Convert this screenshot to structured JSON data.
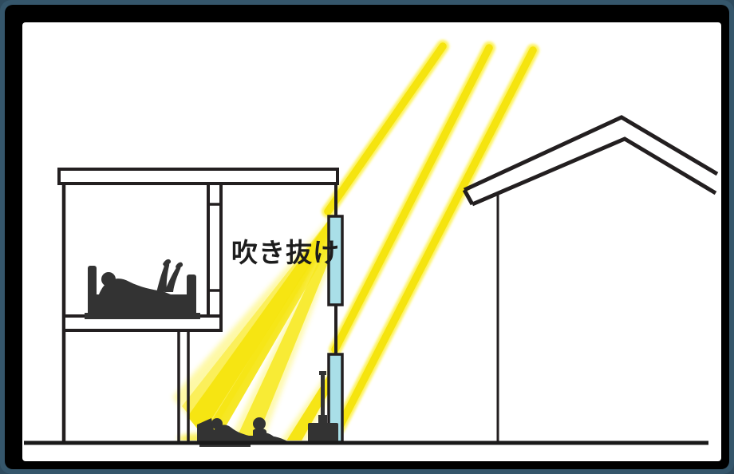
{
  "frame": {
    "outer_color": "#35566b",
    "inner_color": "#000000",
    "canvas_color": "#ffffff"
  },
  "diagram": {
    "title": "Passive solar winter sunlight section diagram",
    "labels": {
      "atrium": "吹き抜け"
    },
    "colors": {
      "line": "#231f20",
      "ray_core": "#f5e40f",
      "ray_glow": "#fdf35f",
      "beam_fill": "#fbee55",
      "glass": "#a9dfe8",
      "silhouette": "#333333",
      "ground": "#1a1a1a"
    },
    "elements": [
      {
        "name": "ground-line",
        "label": "Ground line"
      },
      {
        "name": "left-house",
        "label": "Sectioned house (left)"
      },
      {
        "name": "flat-roof-slab",
        "label": "Flat roof slab"
      },
      {
        "name": "second-floor-bedroom",
        "label": "Second floor bedroom"
      },
      {
        "name": "bed-silhouette",
        "label": "Bed with sleeping person"
      },
      {
        "name": "atrium-void",
        "label": "Atrium / double-height void"
      },
      {
        "name": "upper-window-glass",
        "label": "Upper south glass"
      },
      {
        "name": "lower-window-glass",
        "label": "Lower south glass"
      },
      {
        "name": "first-floor-living",
        "label": "First floor living room"
      },
      {
        "name": "sofa-silhouette",
        "label": "Person reclining on sofa"
      },
      {
        "name": "seated-person-silhouette",
        "label": "Person seated on floor"
      },
      {
        "name": "wood-stove",
        "label": "Wood stove with flue"
      },
      {
        "name": "neighbor-house",
        "label": "Neighbouring gable house (right)"
      },
      {
        "name": "sun-ray-1",
        "label": "Winter sun ray 1"
      },
      {
        "name": "sun-ray-2",
        "label": "Winter sun ray 2"
      },
      {
        "name": "sun-ray-3",
        "label": "Winter sun ray 3"
      },
      {
        "name": "interior-light-beam-upper",
        "label": "Light beam through upper glass"
      },
      {
        "name": "interior-light-beam-lower",
        "label": "Light beam through lower glass"
      }
    ]
  }
}
